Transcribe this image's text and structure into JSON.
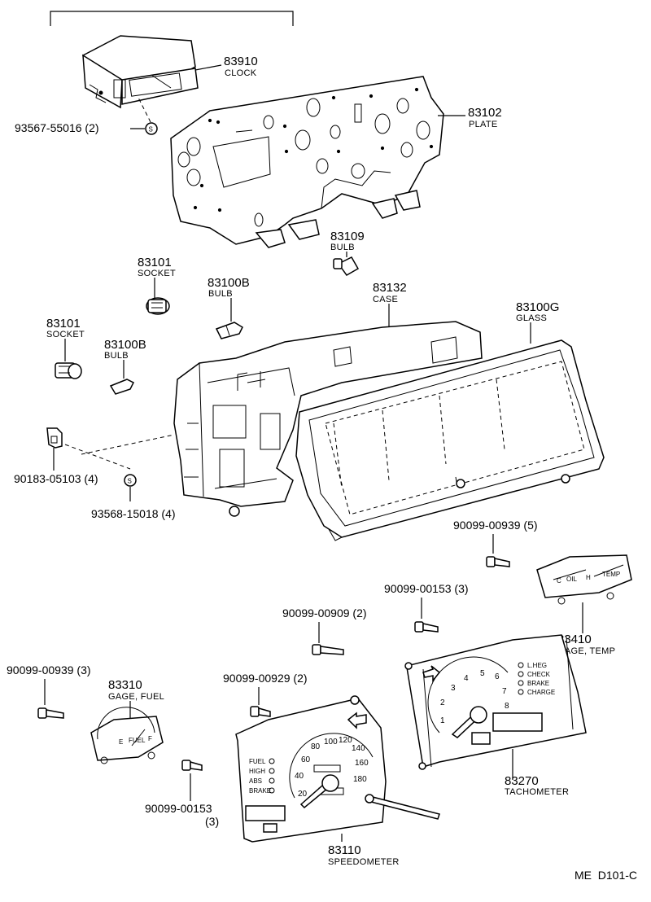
{
  "diagram_id": "ME  D101-C",
  "labels": {
    "clock": {
      "number": "83910",
      "name": "CLOCK"
    },
    "plate": {
      "number": "83102",
      "name": "PLATE"
    },
    "screw_s1": {
      "number": "93567-55016 (2)"
    },
    "bulb_top": {
      "number": "83109",
      "name": "BULB"
    },
    "socket_a": {
      "number": "83101",
      "name": "SOCKET"
    },
    "bulb_a": {
      "number": "83100B",
      "name": "BULB"
    },
    "case": {
      "number": "83132",
      "name": "CASE"
    },
    "glass": {
      "number": "83100G",
      "name": "GLASS"
    },
    "socket_b": {
      "number": "83101",
      "name": "SOCKET"
    },
    "bulb_b": {
      "number": "83100B",
      "name": "BULB"
    },
    "clip": {
      "number": "90183-05103 (4)"
    },
    "screw_s2": {
      "number": "93568-15018 (4)"
    },
    "screw_939_right": {
      "number": "90099-00939 (5)"
    },
    "screw_153_upper": {
      "number": "90099-00153 (3)"
    },
    "screw_909": {
      "number": "90099-00909 (2)"
    },
    "temp_gage": {
      "number": "83410",
      "name": "GAGE, TEMP"
    },
    "screw_939_left": {
      "number": "90099-00939 (3)"
    },
    "fuel_gage": {
      "number": "83310",
      "name": "GAGE, FUEL"
    },
    "screw_929": {
      "number": "90099-00929 (2)"
    },
    "screw_153_lower": {
      "number": "90099-00153",
      "qty": "(3)"
    },
    "tachometer": {
      "number": "83270",
      "name": "TACHOMETER"
    },
    "speedometer": {
      "number": "83110",
      "name": "SPEEDOMETER"
    }
  },
  "marks": {
    "s_symbol": "S"
  },
  "speedometer_dial": [
    "20",
    "40",
    "60",
    "80",
    "100",
    "120",
    "140",
    "160",
    "180"
  ],
  "tachometer_dial": [
    "1",
    "2",
    "3",
    "4",
    "5",
    "6",
    "7",
    "8"
  ],
  "gauge_text": {
    "fuel": [
      "E",
      "FUEL",
      "F"
    ],
    "temp": [
      "C",
      "OIL",
      "H",
      "TEMP"
    ]
  },
  "tach_indicators": [
    "L.HEG",
    "CHECK",
    "BRAKE",
    "CHARGE"
  ],
  "speedo_indicators": [
    "FUEL",
    "HIGH",
    "ABS",
    "BRAKE"
  ]
}
